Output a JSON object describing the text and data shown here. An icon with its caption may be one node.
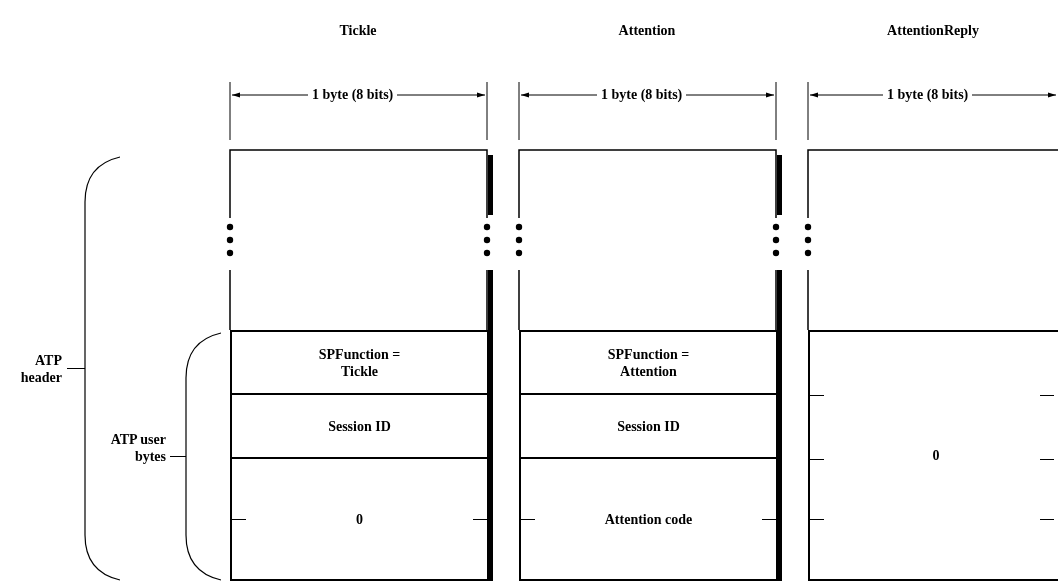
{
  "diagram": {
    "nodes": [
      {
        "text": [
          "SPFunction = Tickle"
        ]
      },
      {
        "text": [
          "Session ID"
        ]
      },
      {
        "text": [
          "0"
        ]
      },
      {
        "text": [
          "SPFunction = Attention"
        ]
      },
      {
        "text": [
          "Session ID"
        ]
      },
      {
        "text": [
          "Attention code"
        ]
      },
      {
        "text": [
          "0"
        ]
      }
    ],
    "labels": [
      "Tickle",
      "Attention",
      "AttentionReply",
      "1 byte (8 bits)",
      "1 byte (8 bits)",
      "1 byte (8 bits)",
      "ATP header",
      "ATP user bytes"
    ]
  }
}
